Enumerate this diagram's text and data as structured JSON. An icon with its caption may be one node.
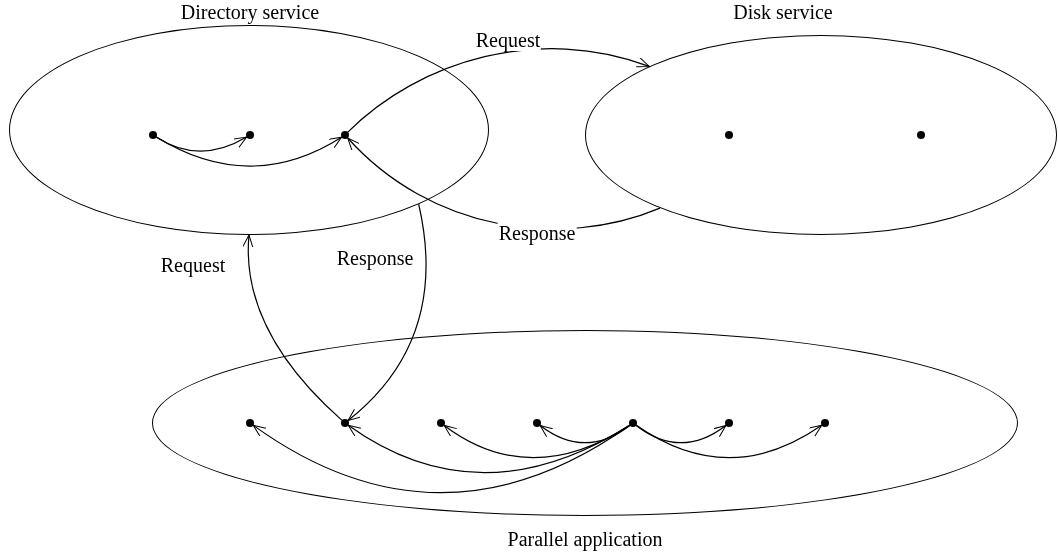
{
  "diagram": {
    "nodes": [
      {
        "text": [
          "Directory service"
        ]
      },
      {
        "text": [],
        "shape": "circle",
        "in": 0
      },
      {
        "text": [],
        "shape": "circle",
        "in": 0
      },
      {
        "text": [],
        "shape": "circle",
        "in": 0
      },
      {
        "text": [
          "Disk service"
        ]
      },
      {
        "text": [],
        "shape": "circle",
        "in": 4
      },
      {
        "text": [],
        "shape": "circle",
        "in": 4
      },
      {
        "text": [
          "Parallel application"
        ]
      },
      {
        "text": [],
        "shape": "circle",
        "in": 7
      },
      {
        "text": [],
        "shape": "circle",
        "in": 7
      },
      {
        "text": [],
        "shape": "circle",
        "in": 7
      },
      {
        "text": [],
        "shape": "circle",
        "in": 7
      },
      {
        "text": [],
        "shape": "circle",
        "in": 7
      },
      {
        "text": [],
        "shape": "circle",
        "in": 7
      },
      {
        "text": [],
        "shape": "circle",
        "in": 7
      }
    ],
    "edges": [
      {
        "from": 1,
        "to": 2,
        "arrow": "to"
      },
      {
        "from": 1,
        "to": 3,
        "arrow": "to"
      },
      {
        "from": 3,
        "to": 4,
        "arrow": "to",
        "label": "Request"
      },
      {
        "from": 4,
        "to": 3,
        "arrow": "to",
        "label": "Response"
      },
      {
        "from": 9,
        "to": 0,
        "arrow": "to",
        "label": "Request"
      },
      {
        "from": 0,
        "to": 9,
        "arrow": "to",
        "label": "Response"
      },
      {
        "from": 12,
        "to": 8,
        "arrow": "to"
      },
      {
        "from": 12,
        "to": 9,
        "arrow": "to"
      },
      {
        "from": 12,
        "to": 10,
        "arrow": "to"
      },
      {
        "from": 12,
        "to": 11,
        "arrow": "to"
      },
      {
        "from": 12,
        "to": 13,
        "arrow": "to"
      },
      {
        "from": 12,
        "to": 14,
        "arrow": "to"
      }
    ]
  }
}
